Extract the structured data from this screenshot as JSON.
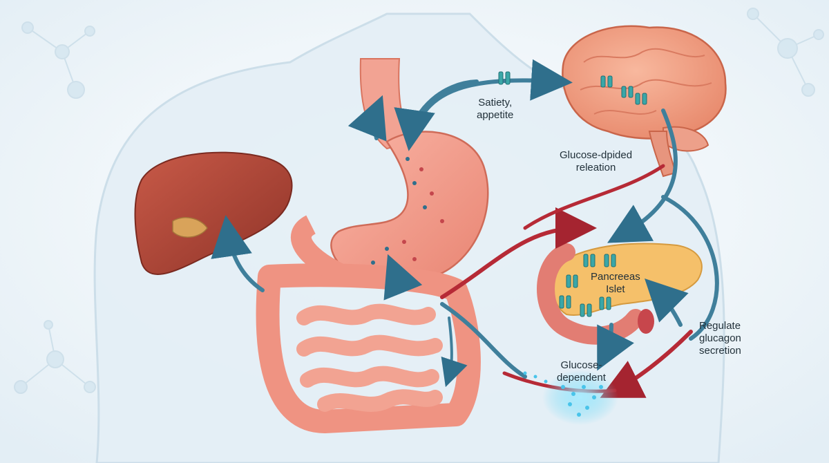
{
  "labels": {
    "satiety": [
      "Satiety,",
      "appetite"
    ],
    "glucose_dpided": [
      "Glucose-dpided",
      "releation"
    ],
    "pancreas": [
      "Pancreeas",
      "Islet"
    ],
    "regulate": [
      "Regulate",
      "glucagon",
      "secretion"
    ],
    "glucose_dependent": [
      "Glucose-",
      "dependent"
    ]
  },
  "colors": {
    "background": "#eef4f8",
    "organ_pink": "#f19a8a",
    "liver": "#b24a3c",
    "brain": "#f2a184",
    "pancreas": "#f5c06a",
    "blood_red": "#b62a36",
    "flow_blue": "#3f7f9b",
    "receptor_teal": "#3aa7a8",
    "glucose_glow": "#5fd3f3"
  }
}
